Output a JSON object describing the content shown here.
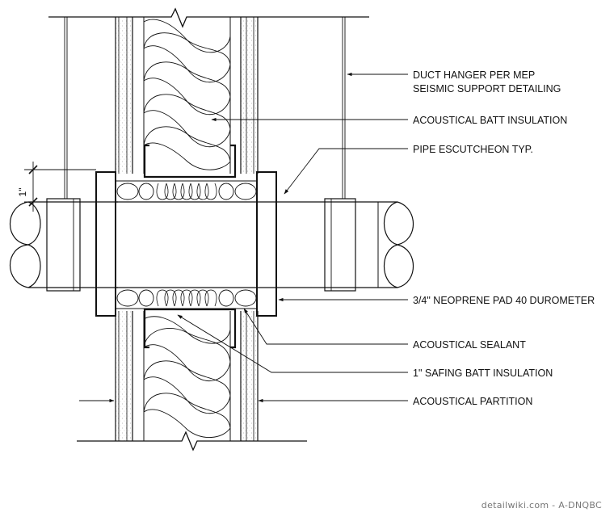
{
  "callouts": [
    {
      "line1": "DUCT HANGER PER MEP",
      "line2": "SEISMIC SUPPORT DETAILING"
    },
    {
      "line1": "ACOUSTICAL BATT INSULATION"
    },
    {
      "line1": "PIPE ESCUTCHEON TYP."
    },
    {
      "line1": "3/4\" NEOPRENE PAD 40 DUROMETER"
    },
    {
      "line1": "ACOUSTICAL SEALANT"
    },
    {
      "line1": "1\" SAFING BATT INSULATION"
    },
    {
      "line1": "ACOUSTICAL PARTITION"
    }
  ],
  "dimension": {
    "text": "1\""
  },
  "watermark": "detailwiki.com - A-DNQBC"
}
